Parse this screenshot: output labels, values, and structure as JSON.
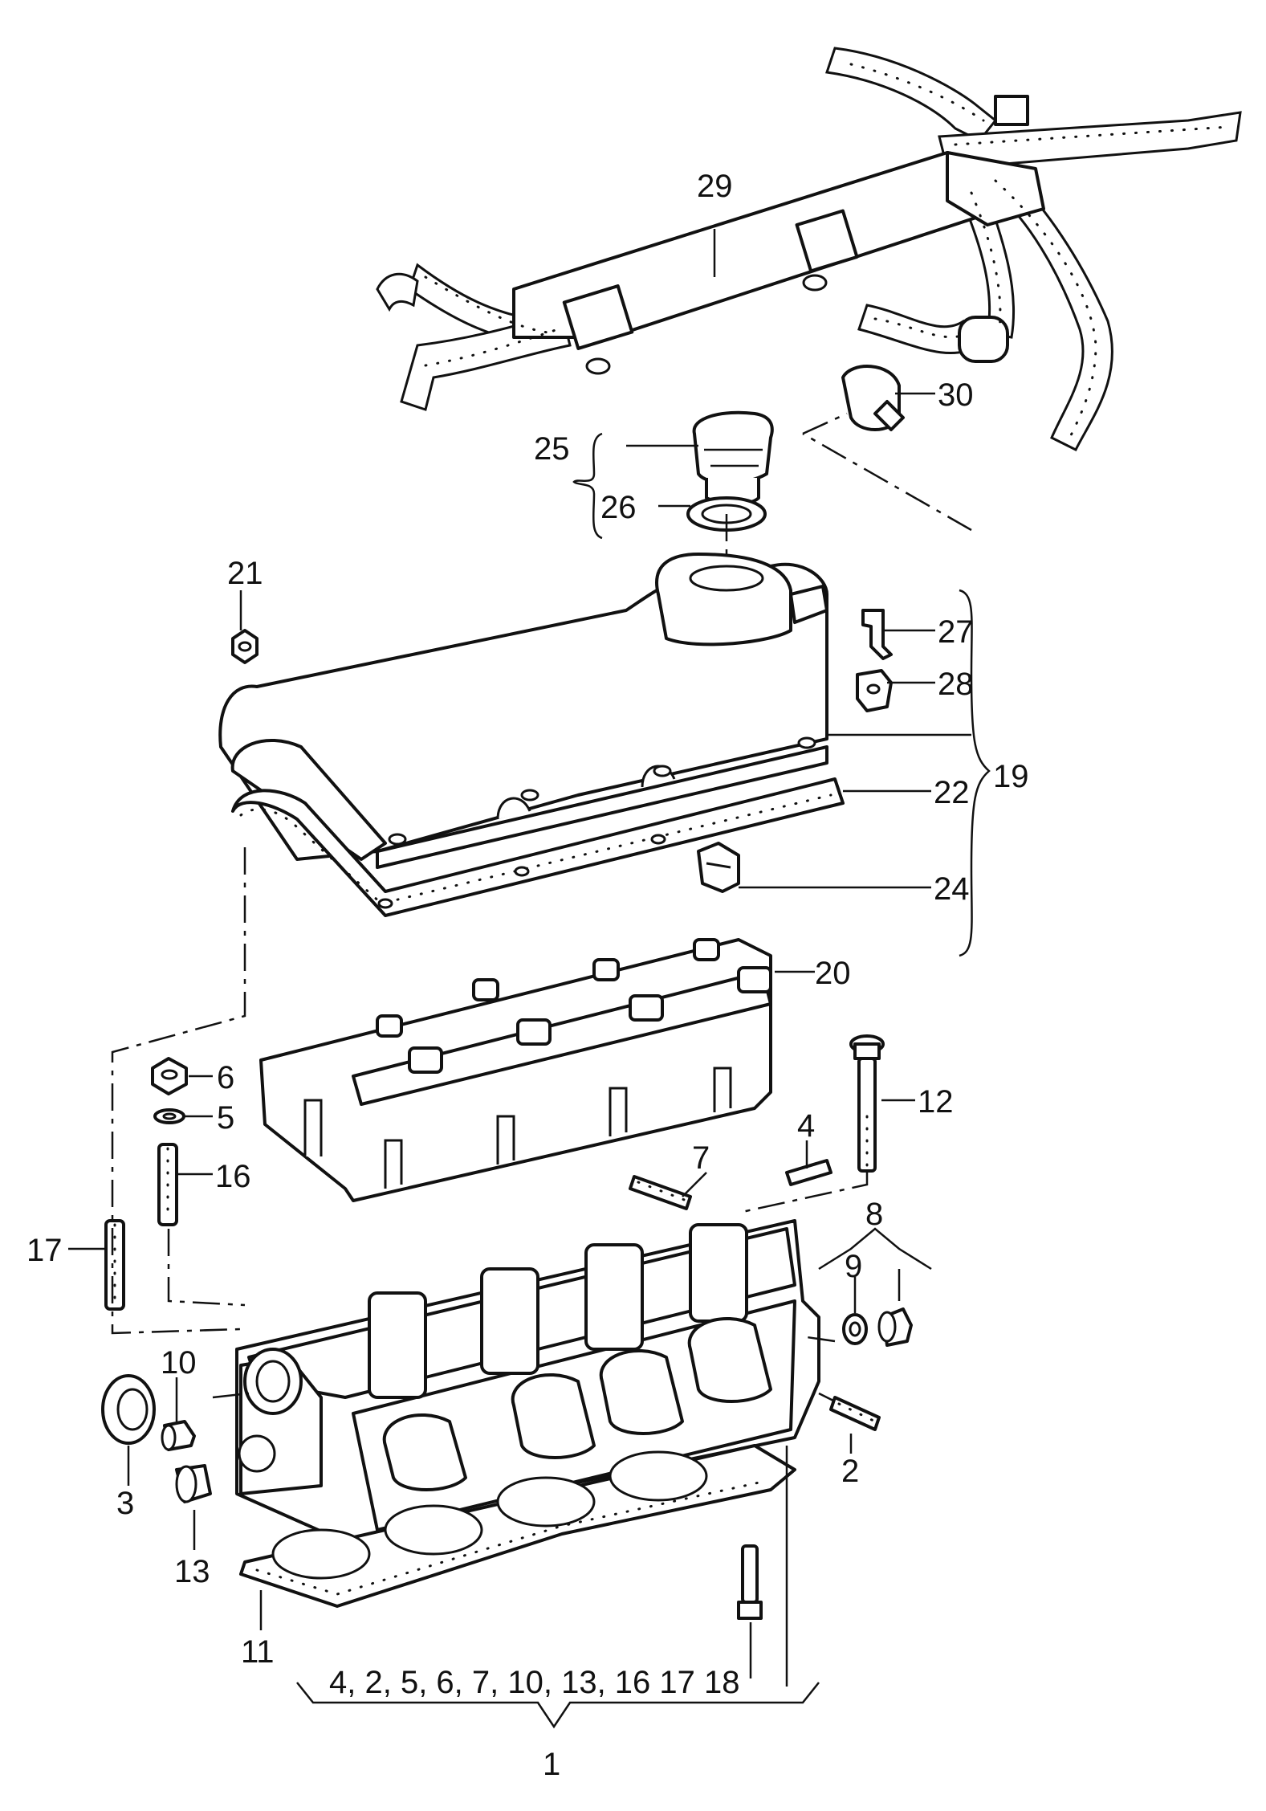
{
  "callouts": [
    {
      "id": "1",
      "text": "1"
    },
    {
      "id": "2",
      "text": "2"
    },
    {
      "id": "3",
      "text": "3"
    },
    {
      "id": "4",
      "text": "4"
    },
    {
      "id": "5",
      "text": "5"
    },
    {
      "id": "6",
      "text": "6"
    },
    {
      "id": "7",
      "text": "7"
    },
    {
      "id": "8",
      "text": "8"
    },
    {
      "id": "9",
      "text": "9"
    },
    {
      "id": "10",
      "text": "10"
    },
    {
      "id": "11",
      "text": "11"
    },
    {
      "id": "12",
      "text": "12"
    },
    {
      "id": "13",
      "text": "13"
    },
    {
      "id": "16",
      "text": "16"
    },
    {
      "id": "17",
      "text": "17"
    },
    {
      "id": "18",
      "text": "18"
    },
    {
      "id": "19",
      "text": "19"
    },
    {
      "id": "20",
      "text": "20"
    },
    {
      "id": "21",
      "text": "21"
    },
    {
      "id": "22",
      "text": "22"
    },
    {
      "id": "24",
      "text": "24"
    },
    {
      "id": "25",
      "text": "25"
    },
    {
      "id": "26",
      "text": "26"
    },
    {
      "id": "27",
      "text": "27"
    },
    {
      "id": "28",
      "text": "28"
    },
    {
      "id": "29",
      "text": "29"
    },
    {
      "id": "30",
      "text": "30"
    }
  ],
  "kit_contents": "4, 2, 5, 6, 7,  10, 13, 16 17 18"
}
